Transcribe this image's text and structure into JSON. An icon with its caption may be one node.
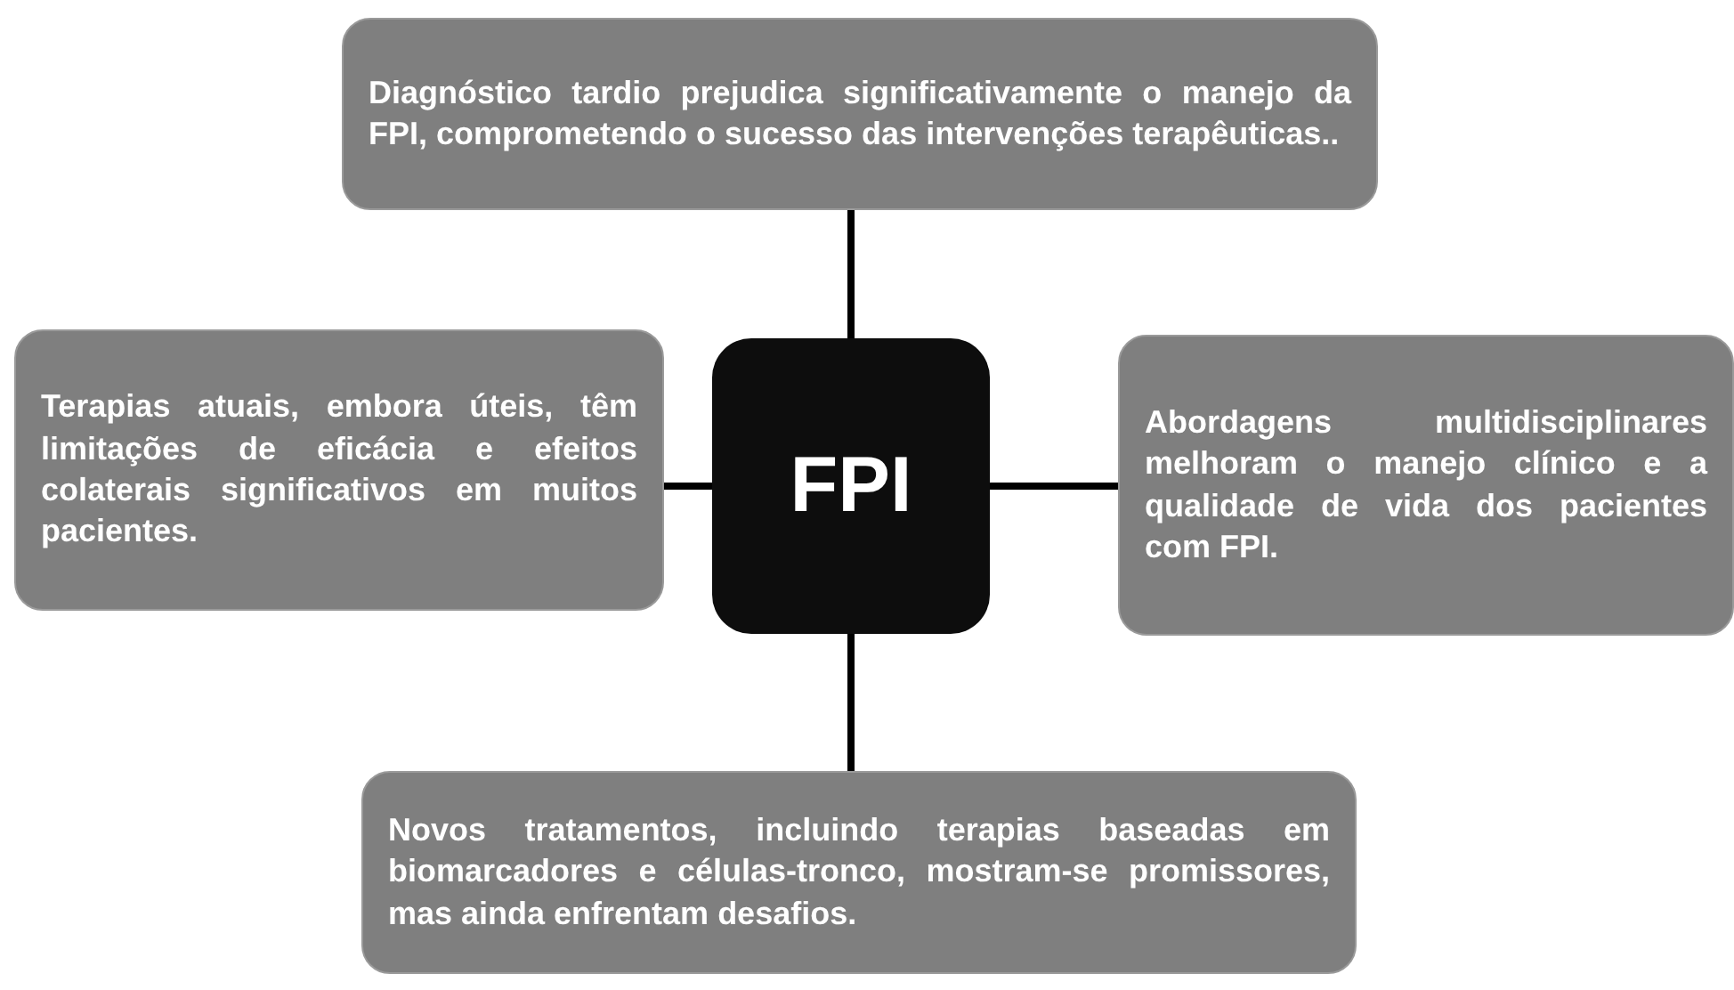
{
  "diagram": {
    "nodes": [
      {
        "text": [
          "Diagnóstico tardio prejudica significativamente o manejo da FPI, comprometendo o sucesso das intervenções terapêuticas.."
        ]
      },
      {
        "text": [
          "Terapias atuais, embora úteis, têm limitações de eficácia e efeitos colaterais significativos em muitos pacientes."
        ]
      },
      {
        "text": [
          "FPI"
        ]
      },
      {
        "text": [
          "Abordagens multidisciplinares melhoram o manejo clínico e a qualidade de vida dos pacientes com FPI."
        ]
      },
      {
        "text": [
          "Novos tratamentos, incluindo terapias baseadas em biomarcadores e células-tronco, mostram-se promissores, mas ainda enfrentam desafios."
        ]
      }
    ],
    "edges": [
      {
        "from": 2,
        "to": 0,
        "arrow": "none"
      },
      {
        "from": 2,
        "to": 1,
        "arrow": "none"
      },
      {
        "from": 2,
        "to": 3,
        "arrow": "none"
      },
      {
        "from": 2,
        "to": 4,
        "arrow": "none"
      }
    ]
  }
}
